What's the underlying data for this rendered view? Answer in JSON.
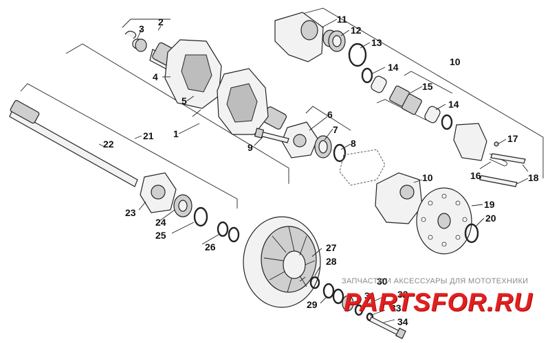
{
  "callouts": [
    "1",
    "2",
    "3",
    "4",
    "5",
    "6",
    "7",
    "8",
    "9",
    "10",
    "10",
    "11",
    "12",
    "13",
    "14",
    "14",
    "15",
    "16",
    "17",
    "18",
    "19",
    "20",
    "21",
    "22",
    "23",
    "24",
    "25",
    "26",
    "27",
    "28",
    "29",
    "30",
    "31",
    "32",
    "33",
    "34"
  ],
  "watermark": {
    "caption": "ЗАПЧАСТИ И АКСЕССУАРЫ ДЛЯ МОТОТЕХНИКИ",
    "logo": "PARTSFOR.RU"
  },
  "colors": {
    "line": "#222222",
    "watermark_red": "#e02020",
    "watermark_gray": "#8a8a8a"
  }
}
